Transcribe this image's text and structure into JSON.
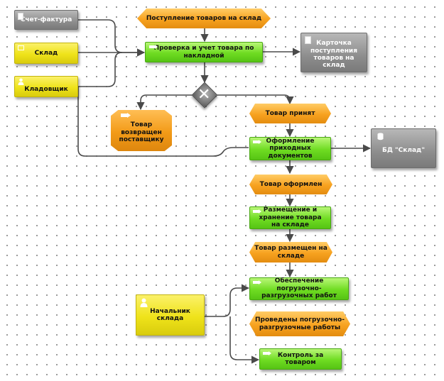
{
  "nodes": {
    "invoice": "Счет-фактура",
    "warehouse": "Склад",
    "storekeeper": "Кладовщик",
    "arrival": "Поступление товаров на склад",
    "check": "Проверка и учет товара по накладной",
    "receipt_card": "Карточка поступления товаров на склад",
    "returned": "Товар возвращен поставщику",
    "accepted": "Товар принят",
    "documents": "Оформление приходных документов",
    "db": "БД \"Склад\"",
    "registered": "Товар оформлен",
    "placement": "Размещение и хранение товара на складе",
    "placed": "Товар размещен на складе",
    "loading_provision": "Обеспечение погрузочно-разгрузочных работ",
    "manager": "Начальник склада",
    "loading_done": "Проведены погрузочно-разгрузочные работы",
    "control": "Контроль за товаром"
  },
  "gateway": {
    "symbol": "✕"
  },
  "colors": {
    "connector": "#4a4a4a",
    "event_orange": "#f7a21f",
    "function_green": "#6fdc22",
    "org_yellow": "#efe31a",
    "document_gray": "#8d8d8d"
  }
}
